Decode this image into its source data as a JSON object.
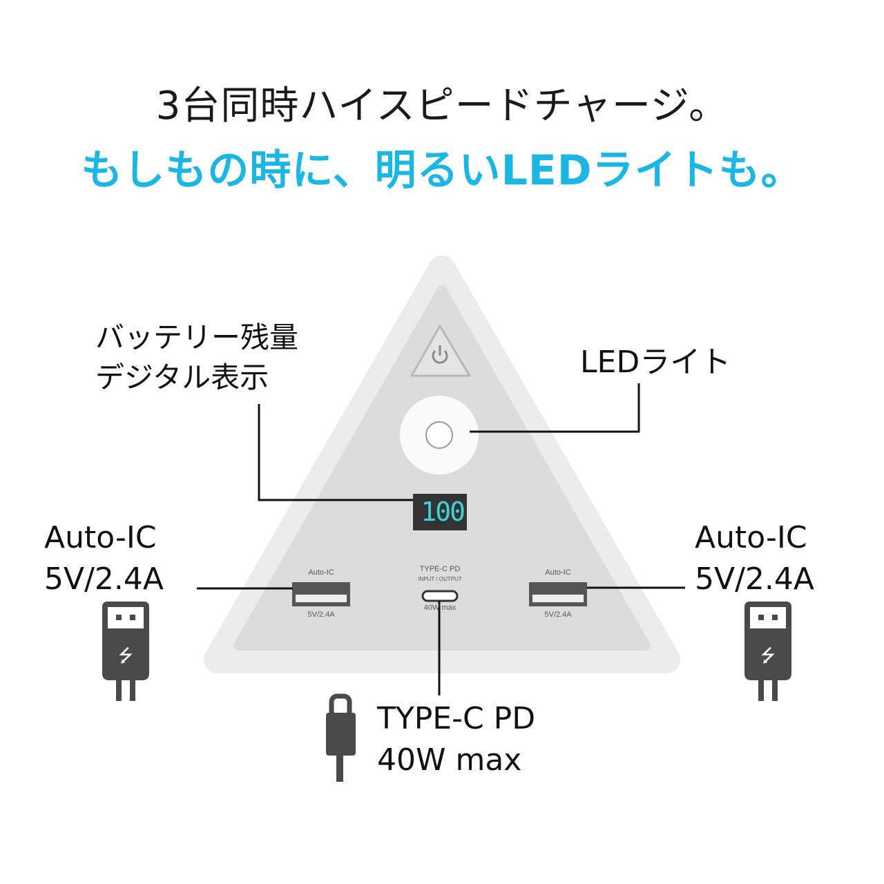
{
  "headline": {
    "line1": "3台同時ハイスピードチャージ。",
    "line2": "もしもの時に、明るいLEDライトも。"
  },
  "callouts": {
    "battery_display_line1": "バッテリー残量",
    "battery_display_line2": "デジタル表示",
    "led_light": "LEDライト",
    "left_usb_line1": "Auto-IC",
    "left_usb_line2": "5V/2.4A",
    "right_usb_line1": "Auto-IC",
    "right_usb_line2": "5V/2.4A",
    "typec_line1": "TYPE-C PD",
    "typec_line2": "40W max"
  },
  "device": {
    "display_value": "100",
    "left_port_top": "Auto-IC",
    "left_port_bottom": "5V/2.4A",
    "right_port_top": "Auto-IC",
    "right_port_bottom": "5V/2.4A",
    "typec_top": "TYPE-C PD",
    "typec_sub": "INPUT / OUTPUT",
    "typec_bottom": "40W max"
  },
  "colors": {
    "accent": "#1ab6e6",
    "display_digits": "#3fd2d2",
    "icon": "#4a4a4a"
  }
}
